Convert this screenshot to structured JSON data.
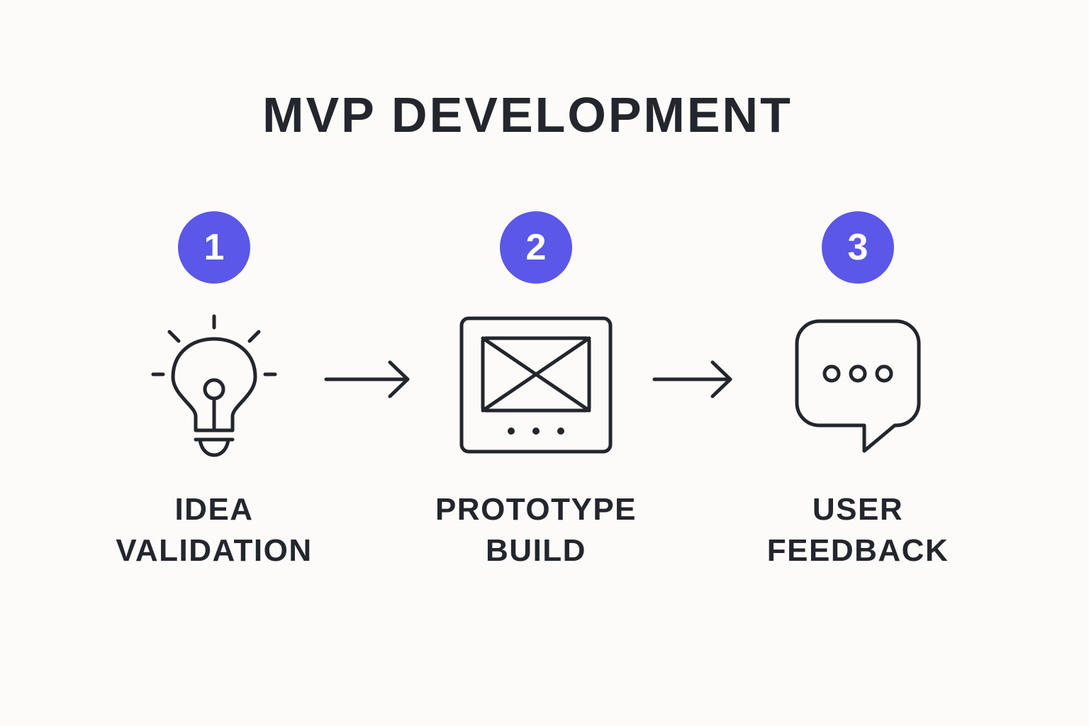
{
  "title": "MVP DEVELOPMENT",
  "colors": {
    "accent": "#5b57e8",
    "text": "#23262c",
    "background": "#fcfbf9"
  },
  "steps": [
    {
      "number": "1",
      "icon": "lightbulb-icon",
      "label_lines": [
        "IDEA",
        "VALIDATION"
      ]
    },
    {
      "number": "2",
      "icon": "wireframe-screen-icon",
      "label_lines": [
        "PROTOTYPE",
        "BUILD"
      ]
    },
    {
      "number": "3",
      "icon": "chat-bubble-icon",
      "label_lines": [
        "USER",
        "FEEDBACK"
      ]
    }
  ],
  "connectors": [
    "arrow-right-icon",
    "arrow-right-icon"
  ]
}
